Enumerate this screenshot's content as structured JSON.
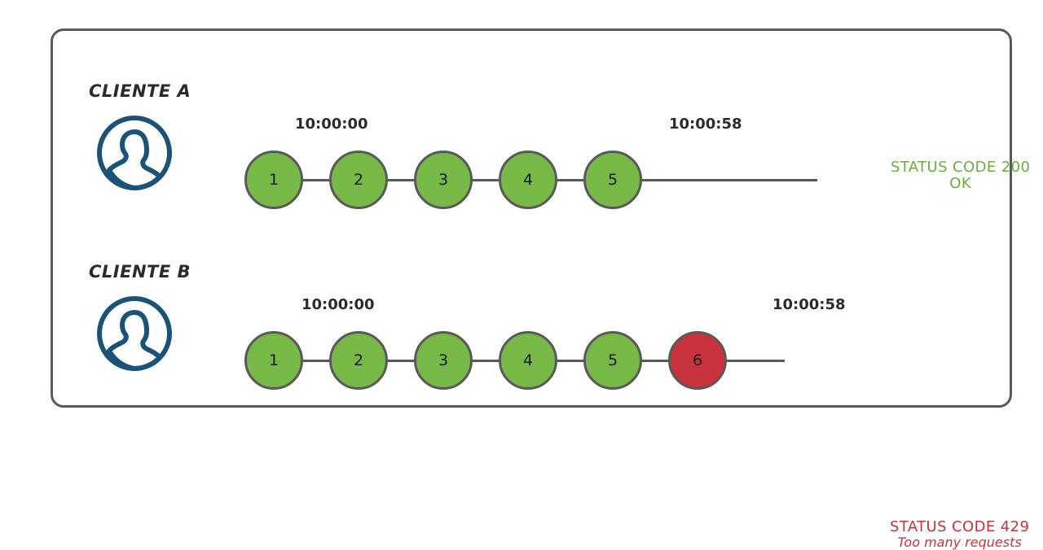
{
  "diagram": {
    "title": "Rate limiting per client timeline",
    "colors": {
      "frame_border": "#595959",
      "node_ok": "#76b947",
      "node_error": "#c9323c",
      "node_border": "#595959",
      "avatar": "#1b5278",
      "status_ok_text": "#6aad3f",
      "status_error_text": "#c9323c",
      "background": "#ffffff"
    },
    "rows": [
      {
        "client_label": "CLIENTE A",
        "avatar_icon": "user-avatar-icon",
        "timestamp_start": "10:00:00",
        "timestamp_end": "10:00:58",
        "nodes": [
          {
            "label": "1",
            "state": "ok"
          },
          {
            "label": "2",
            "state": "ok"
          },
          {
            "label": "3",
            "state": "ok"
          },
          {
            "label": "4",
            "state": "ok"
          },
          {
            "label": "5",
            "state": "ok"
          }
        ],
        "status": {
          "main": "STATUS CODE 200",
          "sub": "OK",
          "state": "ok"
        }
      },
      {
        "client_label": "CLIENTE B",
        "avatar_icon": "user-avatar-icon",
        "timestamp_start": "10:00:00",
        "timestamp_end": "10:00:58",
        "nodes": [
          {
            "label": "1",
            "state": "ok"
          },
          {
            "label": "2",
            "state": "ok"
          },
          {
            "label": "3",
            "state": "ok"
          },
          {
            "label": "4",
            "state": "ok"
          },
          {
            "label": "5",
            "state": "ok"
          },
          {
            "label": "6",
            "state": "error"
          }
        ],
        "status": {
          "main": "STATUS CODE 429",
          "sub": "Too many requests",
          "state": "error"
        }
      }
    ]
  }
}
